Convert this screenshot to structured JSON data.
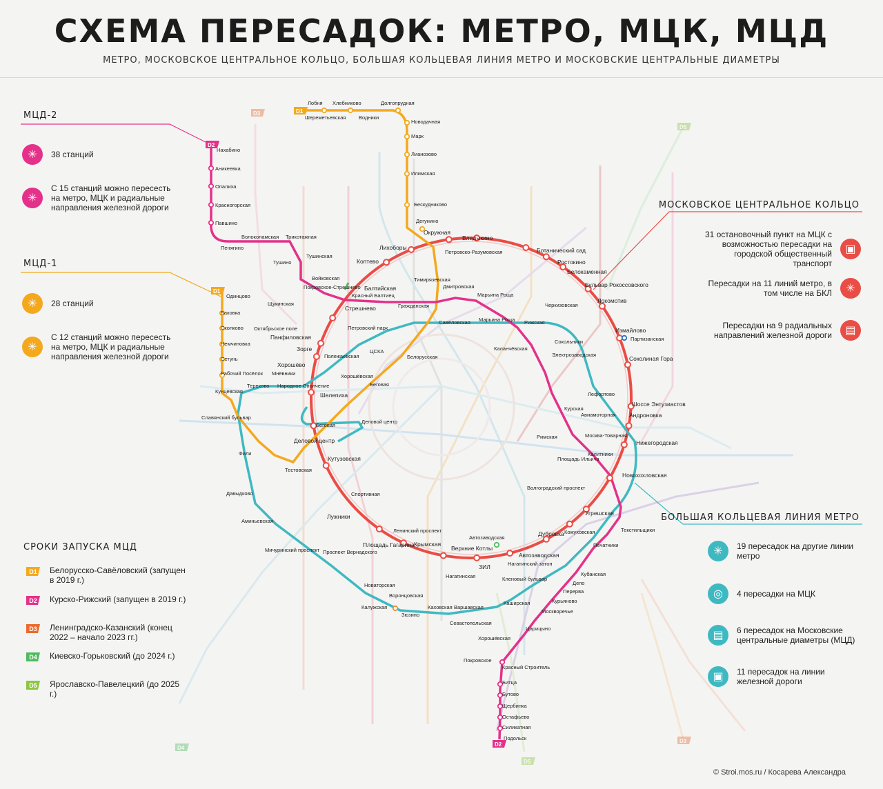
{
  "header": {
    "title": "СХЕМА ПЕРЕСАДОК: МЕТРО, МЦК, МЦД",
    "subtitle": "МЕТРО, МОСКОВСКОЕ ЦЕНТРАЛЬНОЕ КОЛЬЦО, БОЛЬШАЯ КОЛЬЦЕВАЯ ЛИНИЯ МЕТРО И МОСКОВСКИЕ ЦЕНТРАЛЬНЫЕ ДИАМЕТРЫ"
  },
  "colors": {
    "mcd1": "#f4a91d",
    "mcd2": "#e4318a",
    "mcd3": "#ea6b2d",
    "mcd4": "#4dbb5e",
    "mcd5": "#8dc63f",
    "mcc": "#e94d45",
    "bkl": "#3fb9c1"
  },
  "mcd2_panel": {
    "title": "МЦД-2",
    "items": [
      {
        "icon": "mcd2-stations-icon",
        "text": "38 станций"
      },
      {
        "icon": "mcd2-transfer-icon",
        "text": "С 15 станций можно пересесть на метро, МЦК и радиальные направления железной дороги"
      }
    ]
  },
  "mcd1_panel": {
    "title": "МЦД-1",
    "items": [
      {
        "icon": "mcd1-stations-icon",
        "text": "28 станций"
      },
      {
        "icon": "mcd1-transfer-icon",
        "text": "С 12 станций можно пересесть на метро, МЦК и радиальные направления железной дороги"
      }
    ]
  },
  "timeline": {
    "title": "СРОКИ ЗАПУСКА МЦД",
    "items": [
      {
        "badge": "D1",
        "color": "#f4a91d",
        "text": "Белорусско-Савёловский (запущен в 2019 г.)"
      },
      {
        "badge": "D2",
        "color": "#e4318a",
        "text": "Курско-Рижский (запущен в 2019 г.)"
      },
      {
        "badge": "D3",
        "color": "#ea6b2d",
        "text": "Ленинградско-Казанский (конец 2022 – начало 2023 гг.)"
      },
      {
        "badge": "D4",
        "color": "#4dbb5e",
        "text": "Киевско-Горьковский (до 2024 г.)"
      },
      {
        "badge": "D5",
        "color": "#8dc63f",
        "text": "Ярославско-Павелецкий (до 2025 г.)"
      }
    ]
  },
  "mcc_panel": {
    "title": "МОСКОВСКОЕ ЦЕНТРАЛЬНОЕ КОЛЬЦО",
    "items": [
      {
        "icon": "bus-icon",
        "text": "31 остановочный пункт на МЦК с возможностью пересадки на городской общественный транспорт"
      },
      {
        "icon": "metro-transfer-icon",
        "text": "Пересадки на 11 линий метро, в том числе на БКЛ"
      },
      {
        "icon": "train-icon",
        "text": "Пересадки на 9 радиальных направлений железной дороги"
      }
    ]
  },
  "bkl_panel": {
    "title": "БОЛЬШАЯ КОЛЬЦЕВАЯ ЛИНИЯ МЕТРО",
    "items": [
      {
        "icon": "metro-transfer-icon",
        "text": "19 пересадок на другие линии метро"
      },
      {
        "icon": "mcc-transfer-icon",
        "text": "4 пересадки на МЦК"
      },
      {
        "icon": "mcd-transfer-icon",
        "text": "6 пересадок на Московские центральные диаметры (МЦД)"
      },
      {
        "icon": "railway-icon",
        "text": "11 пересадок на линии железной дороги"
      }
    ]
  },
  "line_badges": {
    "d1": "D1",
    "d2": "D2",
    "d3": "D3",
    "d4": "D4",
    "d5": "D5"
  },
  "stations": {
    "d1": [
      "Лобня",
      "Шереметьевская",
      "Хлебниково",
      "Водники",
      "Долгопрудная",
      "Новодачная",
      "Марк",
      "Лианозово",
      "Илимская",
      "Бескудниково",
      "Дегунино",
      "Окружная",
      "Петровско-Разумовская",
      "Тимирязевская",
      "Дмитровская",
      "Гражданская",
      "Савёловская",
      "Белорусская",
      "Беговая",
      "Тестовская",
      "Фили",
      "Славянский бульвар",
      "Кунцевская",
      "Рабочий Посёлок",
      "Сетунь",
      "Немчиновка",
      "Сколково",
      "Баковка",
      "Одинцово"
    ],
    "d2": [
      "Нахабино",
      "Аникеевка",
      "Опалиха",
      "Красногорская",
      "Павшино",
      "Пенягино",
      "Волоколамская",
      "Трикотажная",
      "Тушинская",
      "Тушино",
      "Покровское-Стрешнево",
      "Стрешнево",
      "Красный Балтиец",
      "Гражданская",
      "Дмитровская",
      "Марьина Роща",
      "Рижская",
      "Каланчёвская",
      "Курская",
      "Москва-Товарная",
      "Калитники",
      "Новохохловская",
      "Текстильщики",
      "Печатники",
      "Кубанская",
      "Депо",
      "Перерва",
      "Курьяново",
      "Москворечье",
      "Царицыно",
      "Покровское",
      "Красный Строитель",
      "Битца",
      "Бутово",
      "Щербинка",
      "Остафьево",
      "Силикатная",
      "Подольск"
    ],
    "mcc": [
      "Окружная",
      "Владыкино",
      "Ботанический сад",
      "Ростокино",
      "Белокаменная",
      "Бульвар Рокоссовского",
      "Локомотив",
      "Измайлово",
      "Соколиная Гора",
      "Шоссе Энтузиастов",
      "Андроновка",
      "Нижегородская",
      "Новохохловская",
      "Угрешская",
      "Дубровка",
      "Автозаводская",
      "ЗИЛ",
      "Верхние Котлы",
      "Крымская",
      "Площадь Гагарина",
      "Лужники",
      "Кутузовская",
      "Деловой центр",
      "Шелепиха",
      "Хорошёво",
      "Зорге",
      "Панфиловская",
      "Стрешнево",
      "Балтийская",
      "Коптево",
      "Лихоборы"
    ],
    "bkl": [
      "Савёловская",
      "Марьина Роща",
      "Рижская",
      "Сокольники",
      "Электрозаводская",
      "Лефортово",
      "Авиамоторная",
      "Нижегородская",
      "Текстильщики",
      "Печатники",
      "Нагатинский затон",
      "Кленовый бульвар",
      "Каширская",
      "Варшавская",
      "Каховская",
      "Зюзино",
      "Воронцовская",
      "Новаторская",
      "Проспект Вернадского",
      "Мичуринский проспект",
      "Аминьевская",
      "Давыдково",
      "Кунцевская",
      "Терехово",
      "Мнёвники",
      "Народное Ополчение",
      "Хорошёвская",
      "ЦСКА",
      "Петровский парк",
      "Шелепиха",
      "Деловой центр"
    ],
    "other": [
      "Тимирязевская",
      "Войковская",
      "Щукинская",
      "Октябрьское поле",
      "Полежаевская",
      "Хорошёвская",
      "Партизанская",
      "Черкизовская",
      "Римская",
      "Площадь Ильича",
      "Волгоградский проспект",
      "Кожуховская",
      "Нагатинская",
      "Ленинский проспект",
      "Спортивная",
      "Автозаводская",
      "Калужская",
      "Севастопольская"
    ]
  },
  "credit": "© Stroi.mos.ru / Косарева Александра"
}
